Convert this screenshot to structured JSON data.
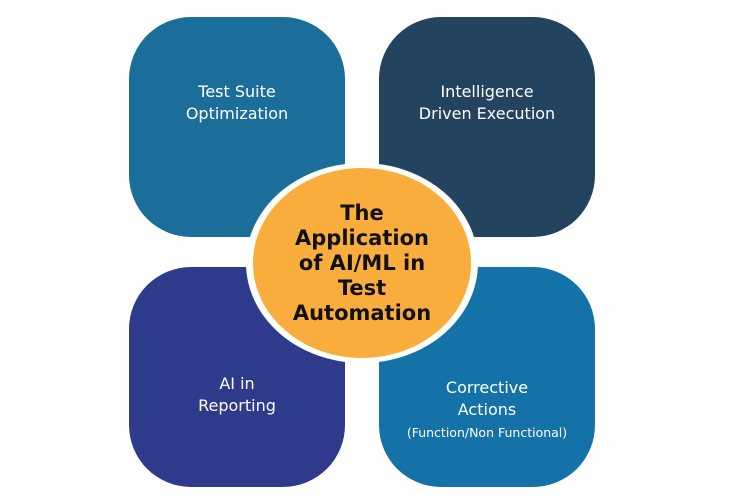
{
  "quadrants": {
    "top_left": {
      "lines": [
        "Test Suite",
        "Optimization"
      ]
    },
    "top_right": {
      "lines": [
        "Intelligence",
        "Driven Execution"
      ]
    },
    "bottom_left": {
      "lines": [
        "AI in",
        "Reporting"
      ]
    },
    "bottom_right": {
      "lines": [
        "Corrective",
        "Actions"
      ],
      "sub": "(Function/Non Functional)"
    }
  },
  "center": {
    "lines": [
      "The",
      "Application",
      "of AI/ML in",
      "Test",
      "Automation"
    ]
  },
  "colors": {
    "top_left": "#1a6e99",
    "top_right": "#23435e",
    "bottom_left": "#2e3a8c",
    "bottom_right": "#1472a8",
    "center": "#f9ad3c"
  }
}
